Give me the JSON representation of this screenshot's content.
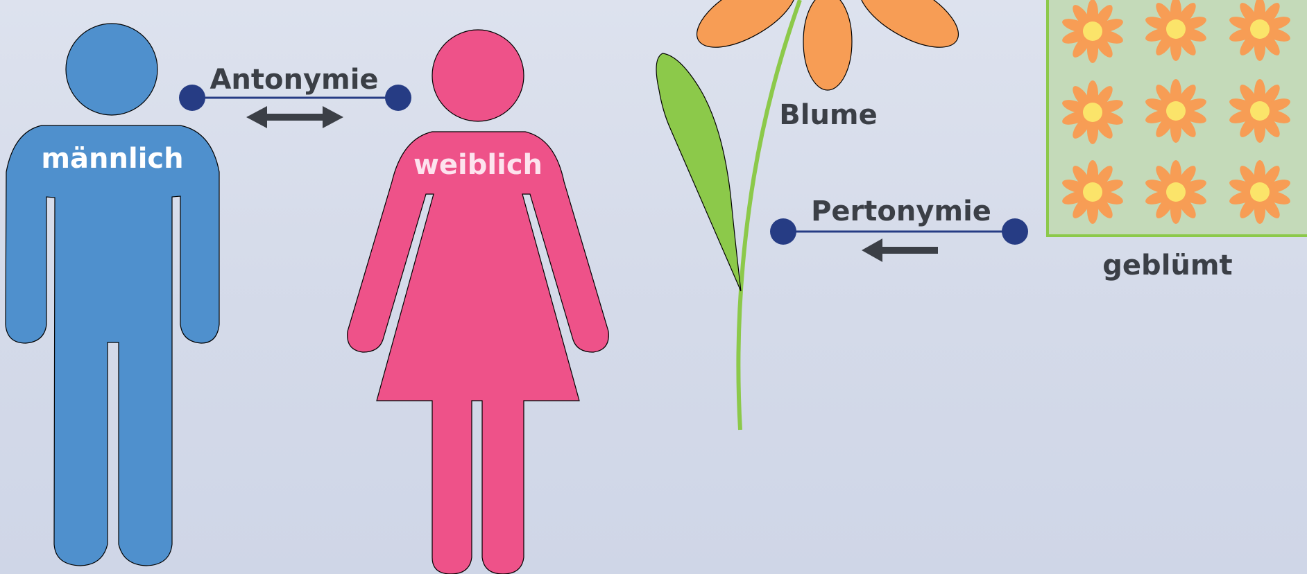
{
  "diagram": {
    "male_label": "männlich",
    "female_label": "weiblich",
    "antonymy_label": "Antonymie",
    "pertonymy_label": "Pertonymie",
    "flower_label": "Blume",
    "pattern_label": "geblümt"
  },
  "colors": {
    "male": "#4f90cd",
    "female": "#ee5289",
    "petal": "#f79d55",
    "flower_center": "#fbe46a",
    "leaf": "#8cc94a",
    "stem": "#8cc94a",
    "pattern_bg": "#c4dab9",
    "pattern_border": "#8cc94a",
    "connector": "#263c84",
    "arrow": "#3b3f46",
    "text_dark": "#3b3f46"
  }
}
